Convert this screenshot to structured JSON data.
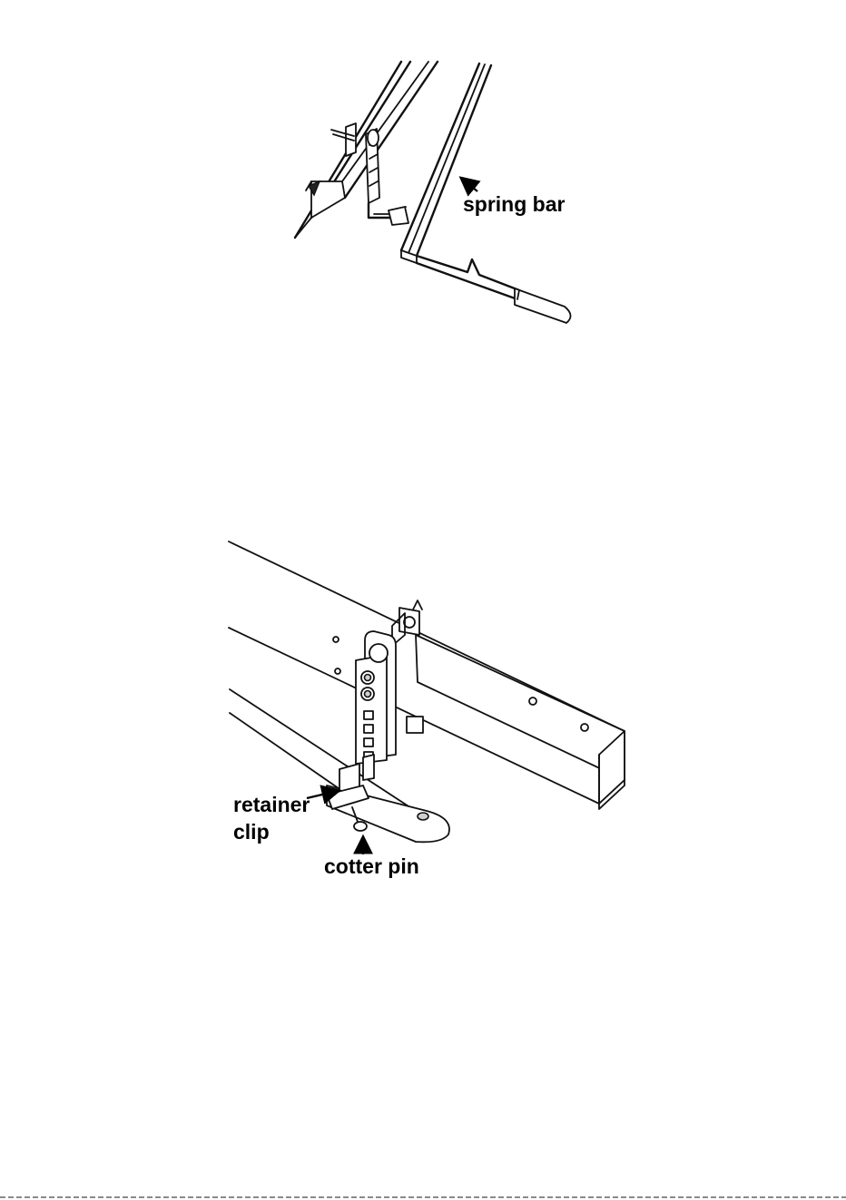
{
  "figure_top": {
    "labels": {
      "spring_bar": "spring bar"
    }
  },
  "figure_bottom": {
    "labels": {
      "retainer_clip_line1": "retainer",
      "retainer_clip_line2": "clip",
      "cotter_pin": "cotter pin"
    }
  },
  "colors": {
    "line": "#111111",
    "background": "#ffffff"
  }
}
